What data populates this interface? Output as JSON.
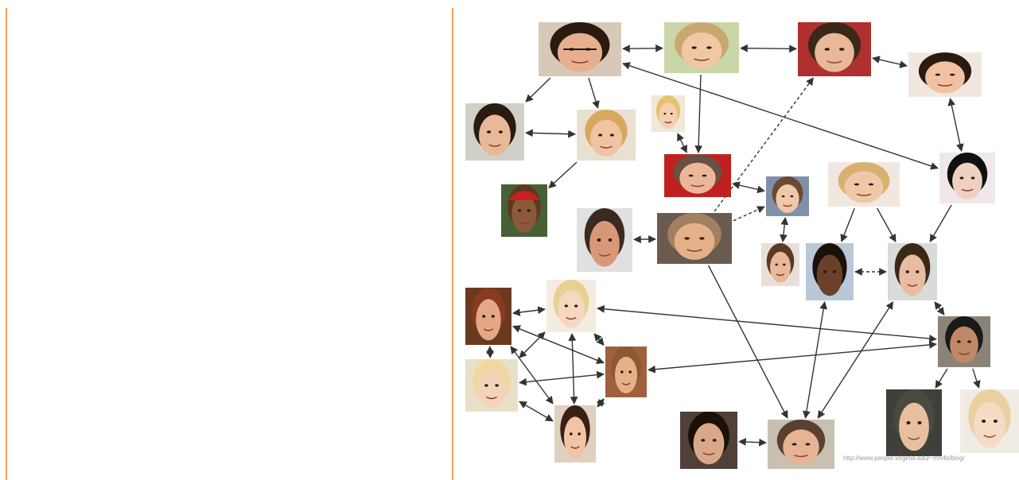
{
  "credit_url": "http://www.people.virginia.edu/~mh4b/blog/",
  "colors": {
    "divider": "#f0a060",
    "edge": "#333333",
    "background": "#ffffff"
  },
  "nodes": [
    {
      "id": "n1",
      "hair": "#2a1a10",
      "skin": "#e6b08e",
      "bg": "#d8c8b8",
      "glasses": true
    },
    {
      "id": "n2",
      "hair": "#c9a870",
      "skin": "#f0c8a4",
      "bg": "#c8d6a8"
    },
    {
      "id": "n3",
      "hair": "#3a2818",
      "skin": "#e8b898",
      "bg": "#b03030"
    },
    {
      "id": "n4",
      "hair": "#2a1a10",
      "skin": "#f2c2a0",
      "bg": "#f0e8e0"
    },
    {
      "id": "n5",
      "hair": "#2a1a10",
      "skin": "#e8b898",
      "bg": "#d0d0c8"
    },
    {
      "id": "n6",
      "hair": "#d8a860",
      "skin": "#f0c4a0",
      "bg": "#e8e0d0"
    },
    {
      "id": "n7",
      "hair": "#e8c070",
      "skin": "#f4d0b0",
      "bg": "#f0e8d8"
    },
    {
      "id": "n8",
      "hair": "#6a5040",
      "skin": "#eab898",
      "bg": "#c02020"
    },
    {
      "id": "n9",
      "hair": "#5a3a20",
      "skin": "#8a5a3a",
      "bg": "#486038",
      "hat": true
    },
    {
      "id": "n10",
      "hair": "#3a2a20",
      "skin": "#d89878",
      "bg": "#e0e0e0"
    },
    {
      "id": "n11",
      "hair": "#a08060",
      "skin": "#e4b088",
      "bg": "#6a5a50"
    },
    {
      "id": "n12",
      "hair": "#6a4a30",
      "skin": "#f0c8a8",
      "bg": "#8090a8"
    },
    {
      "id": "n13",
      "hair": "#d8b070",
      "skin": "#f0c8a8",
      "bg": "#f0e8e0"
    },
    {
      "id": "n14",
      "hair": "#101010",
      "skin": "#f0d0c0",
      "bg": "#f0e8e8"
    },
    {
      "id": "n15",
      "hair": "#5a3a20",
      "skin": "#e8b898",
      "bg": "#e8e0d8"
    },
    {
      "id": "n16",
      "hair": "#1a1008",
      "skin": "#6a4028",
      "bg": "#b8c8d8"
    },
    {
      "id": "n17",
      "hair": "#3a2818",
      "skin": "#e8bca0",
      "bg": "#d8dcd8"
    },
    {
      "id": "n18",
      "hair": "#8a3a20",
      "skin": "#e4a888",
      "bg": "#6a3a20"
    },
    {
      "id": "n19",
      "hair": "#e8d090",
      "skin": "#f4d8c0",
      "bg": "#f4ece0"
    },
    {
      "id": "n20",
      "hair": "#1a1a1a",
      "skin": "#c08868",
      "bg": "#8a8478"
    },
    {
      "id": "n21",
      "hair": "#f0d8a0",
      "skin": "#f4d4b8",
      "bg": "#e8e0c8"
    },
    {
      "id": "n22",
      "hair": "#8a5a30",
      "skin": "#e8b088",
      "bg": "#a06040"
    },
    {
      "id": "n23",
      "hair": "#3a2010",
      "skin": "#f0c4a4",
      "bg": "#e0d0c0"
    },
    {
      "id": "n24",
      "hair": "#1a1008",
      "skin": "#d8a888",
      "bg": "#504038"
    },
    {
      "id": "n25",
      "hair": "#5a4030",
      "skin": "#e4b494",
      "bg": "#c8c0b0"
    },
    {
      "id": "n26",
      "hair": "#4a4a40",
      "skin": "#e8c0a0",
      "bg": "#40403a"
    },
    {
      "id": "n27",
      "hair": "#e8d0a0",
      "skin": "#f4dcc4",
      "bg": "#f0ece4"
    }
  ],
  "edges": [
    {
      "a": "n1",
      "b": "n2",
      "dir": "both"
    },
    {
      "a": "n2",
      "b": "n3",
      "dir": "both"
    },
    {
      "a": "n3",
      "b": "n4",
      "dir": "both"
    },
    {
      "a": "n1",
      "b": "n5",
      "dir": "to_b"
    },
    {
      "a": "n1",
      "b": "n6",
      "dir": "to_b"
    },
    {
      "a": "n5",
      "b": "n6",
      "dir": "both"
    },
    {
      "a": "n6",
      "b": "n9",
      "dir": "to_b"
    },
    {
      "a": "n2",
      "b": "n8",
      "dir": "to_b"
    },
    {
      "a": "n7",
      "b": "n8",
      "dir": "both"
    },
    {
      "a": "n4",
      "b": "n14",
      "dir": "both"
    },
    {
      "a": "n1",
      "b": "n14",
      "dir": "both"
    },
    {
      "a": "n10",
      "b": "n11",
      "dir": "both"
    },
    {
      "a": "n8",
      "b": "n12",
      "dir": "both"
    },
    {
      "a": "n11",
      "b": "n12",
      "dir": "to_b",
      "dashed": true
    },
    {
      "a": "n11",
      "b": "n3",
      "dir": "to_b",
      "dashed": true
    },
    {
      "a": "n12",
      "b": "n15",
      "dir": "both"
    },
    {
      "a": "n13",
      "b": "n16",
      "dir": "to_b"
    },
    {
      "a": "n13",
      "b": "n17",
      "dir": "to_b"
    },
    {
      "a": "n14",
      "b": "n17",
      "dir": "to_b"
    },
    {
      "a": "n16",
      "b": "n17",
      "dir": "both",
      "dashed": true
    },
    {
      "a": "n17",
      "b": "n20",
      "dir": "both"
    },
    {
      "a": "n18",
      "b": "n19",
      "dir": "both"
    },
    {
      "a": "n18",
      "b": "n21",
      "dir": "both"
    },
    {
      "a": "n18",
      "b": "n22",
      "dir": "both"
    },
    {
      "a": "n19",
      "b": "n21",
      "dir": "both"
    },
    {
      "a": "n19",
      "b": "n22",
      "dir": "both"
    },
    {
      "a": "n19",
      "b": "n23",
      "dir": "both"
    },
    {
      "a": "n21",
      "b": "n22",
      "dir": "both"
    },
    {
      "a": "n21",
      "b": "n23",
      "dir": "both"
    },
    {
      "a": "n22",
      "b": "n23",
      "dir": "both"
    },
    {
      "a": "n18",
      "b": "n23",
      "dir": "both"
    },
    {
      "a": "n19",
      "b": "n20",
      "dir": "both"
    },
    {
      "a": "n22",
      "b": "n20",
      "dir": "both"
    },
    {
      "a": "n24",
      "b": "n25",
      "dir": "both"
    },
    {
      "a": "n11",
      "b": "n25",
      "dir": "to_b"
    },
    {
      "a": "n16",
      "b": "n25",
      "dir": "both"
    },
    {
      "a": "n17",
      "b": "n25",
      "dir": "both"
    },
    {
      "a": "n20",
      "b": "n26",
      "dir": "to_b"
    },
    {
      "a": "n20",
      "b": "n27",
      "dir": "to_b"
    }
  ]
}
